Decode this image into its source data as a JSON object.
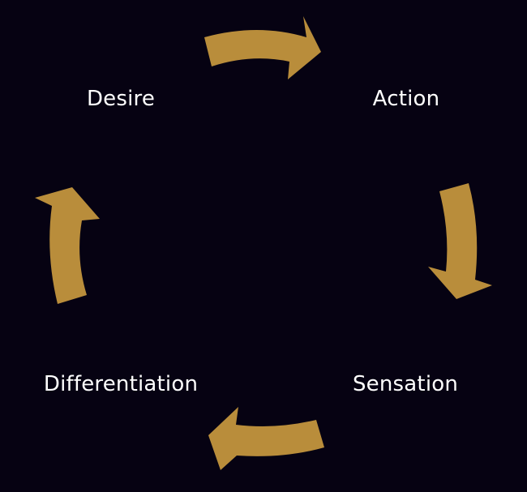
{
  "diagram": {
    "arrow_color": "#b98d3b",
    "background_color": "#060212",
    "text_color": "#ffffff",
    "nodes": [
      {
        "id": "desire",
        "label": "Desire"
      },
      {
        "id": "action",
        "label": "Action"
      },
      {
        "id": "sensation",
        "label": "Sensation"
      },
      {
        "id": "differentiation",
        "label": "Differentiation"
      }
    ],
    "edges": [
      {
        "from": "desire",
        "to": "action"
      },
      {
        "from": "action",
        "to": "sensation"
      },
      {
        "from": "sensation",
        "to": "differentiation"
      },
      {
        "from": "differentiation",
        "to": "desire"
      }
    ]
  }
}
